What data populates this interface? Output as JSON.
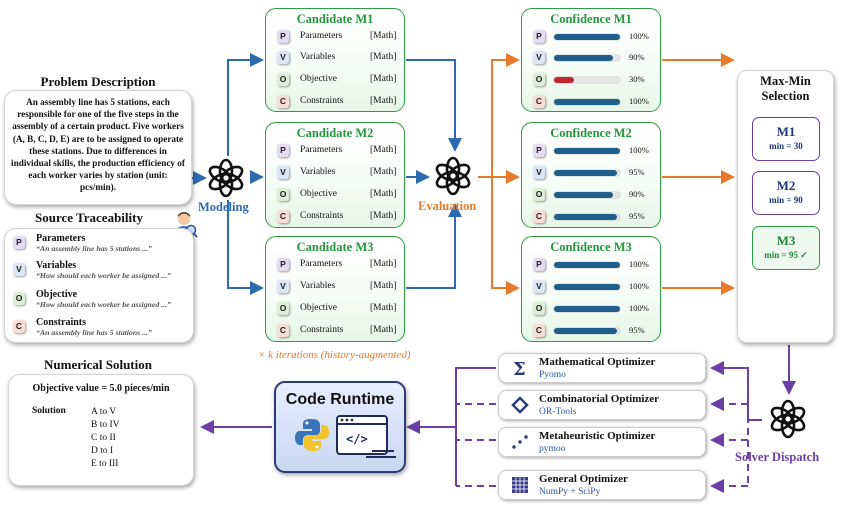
{
  "problem": {
    "title": "Problem Description",
    "text": "An assembly line has 5 stations, each responsible for one of the five steps in the assembly of a certain product. Five workers (A, B, C, D, E) are to be assigned to operate these stations. Due to differences in individual skills, the production efficiency of each worker varies by station (unit: pcs/min)."
  },
  "traceability": {
    "title": "Source Traceability",
    "items": [
      {
        "badge": "P",
        "name": "Parameters",
        "quote": "“An assembly line has 5 stations ...”"
      },
      {
        "badge": "V",
        "name": "Variables",
        "quote": "“How should each worker be assigned ...”"
      },
      {
        "badge": "O",
        "name": "Objective",
        "quote": "“How should each worker be assigned ...”"
      },
      {
        "badge": "C",
        "name": "Constraints",
        "quote": "“An assembly line has 5 stations ...”"
      }
    ]
  },
  "labels": {
    "modeling": "Modeling",
    "evaluation": "Evaluation",
    "solver_dispatch": "Solver Dispatch",
    "iterations": "× k iterations (history-augmented)"
  },
  "candidates": [
    {
      "title": "Candidate M1",
      "rows": [
        {
          "badge": "P",
          "label": "Parameters",
          "value": "[Math]"
        },
        {
          "badge": "V",
          "label": "Variables",
          "value": "[Math]"
        },
        {
          "badge": "O",
          "label": "Objective",
          "value": "[Math]"
        },
        {
          "badge": "C",
          "label": "Constraints",
          "value": "[Math]"
        }
      ]
    },
    {
      "title": "Candidate M2",
      "rows": [
        {
          "badge": "P",
          "label": "Parameters",
          "value": "[Math]"
        },
        {
          "badge": "V",
          "label": "Variables",
          "value": "[Math]"
        },
        {
          "badge": "O",
          "label": "Objective",
          "value": "[Math]"
        },
        {
          "badge": "C",
          "label": "Constraints",
          "value": "[Math]"
        }
      ]
    },
    {
      "title": "Candidate M3",
      "rows": [
        {
          "badge": "P",
          "label": "Parameters",
          "value": "[Math]"
        },
        {
          "badge": "V",
          "label": "Variables",
          "value": "[Math]"
        },
        {
          "badge": "O",
          "label": "Objective",
          "value": "[Math]"
        },
        {
          "badge": "C",
          "label": "Constraints",
          "value": "[Math]"
        }
      ]
    }
  ],
  "confidence": [
    {
      "title": "Confidence M1",
      "rows": [
        {
          "badge": "P",
          "pct": "100%",
          "level": 1.0,
          "color": "#1f5f8b"
        },
        {
          "badge": "V",
          "pct": "90%",
          "level": 0.9,
          "color": "#1f5f8b"
        },
        {
          "badge": "O",
          "pct": "30%",
          "level": 0.3,
          "color": "#c0282b"
        },
        {
          "badge": "C",
          "pct": "100%",
          "level": 1.0,
          "color": "#1f5f8b"
        }
      ]
    },
    {
      "title": "Confidence M2",
      "rows": [
        {
          "badge": "P",
          "pct": "100%",
          "level": 1.0,
          "color": "#1f5f8b"
        },
        {
          "badge": "V",
          "pct": "95%",
          "level": 0.95,
          "color": "#1f5f8b"
        },
        {
          "badge": "O",
          "pct": "90%",
          "level": 0.9,
          "color": "#1f5f8b"
        },
        {
          "badge": "C",
          "pct": "95%",
          "level": 0.95,
          "color": "#1f5f8b"
        }
      ]
    },
    {
      "title": "Confidence M3",
      "rows": [
        {
          "badge": "P",
          "pct": "100%",
          "level": 1.0,
          "color": "#1f5f8b"
        },
        {
          "badge": "V",
          "pct": "100%",
          "level": 1.0,
          "color": "#1f5f8b"
        },
        {
          "badge": "O",
          "pct": "100%",
          "level": 1.0,
          "color": "#1f5f8b"
        },
        {
          "badge": "C",
          "pct": "95%",
          "level": 0.95,
          "color": "#1f5f8b"
        }
      ]
    }
  ],
  "maxmin": {
    "title_line1": "Max-Min",
    "title_line2": "Selection",
    "items": [
      {
        "name": "M1",
        "value": "min = 30"
      },
      {
        "name": "M2",
        "value": "min = 90"
      },
      {
        "name": "M3",
        "value": "min = 95 ✓"
      }
    ]
  },
  "optimizers": [
    {
      "name": "Mathematical Optimizer",
      "lib": "Pyomo",
      "icon": "sigma-icon"
    },
    {
      "name": "Combinatorial Optimizer",
      "lib": "OR-Tools",
      "icon": "diamond-icon"
    },
    {
      "name": "Metaheuristic Optimizer",
      "lib": "pymoo",
      "icon": "scatter-dots-icon"
    },
    {
      "name": "General Optimizer",
      "lib": "NumPy + SciPy",
      "icon": "grid-icon"
    }
  ],
  "runtime": {
    "title": "Code Runtime"
  },
  "solution": {
    "title": "Numerical Solution",
    "objective": "Objective value = 5.0 pieces/min",
    "label": "Solution",
    "assignments": [
      "A to V",
      "B to IV",
      "C to II",
      "D to I",
      "E to III"
    ]
  },
  "colors": {
    "blue": "#2e6ab0",
    "orange": "#e87a2c",
    "purple": "#6b3fa5",
    "green": "#2e9b46"
  }
}
